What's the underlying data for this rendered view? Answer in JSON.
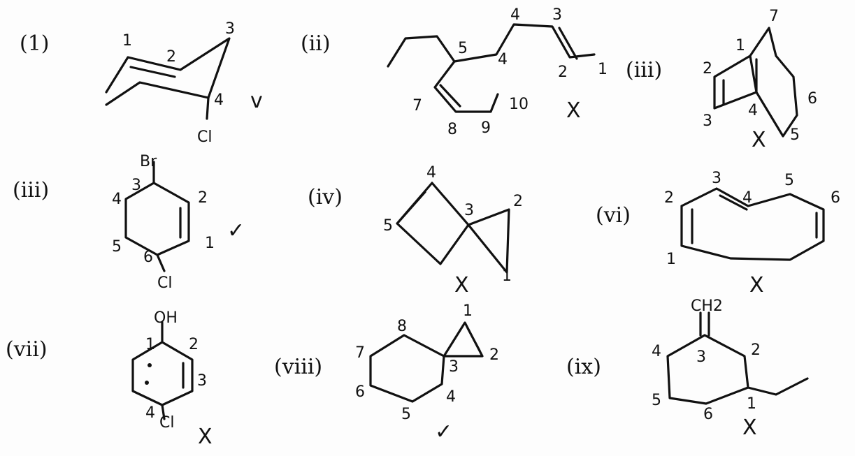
{
  "panels": [
    {
      "label": "(1)",
      "numbers": [
        "1",
        "2",
        "3",
        "4"
      ],
      "substituent": "Cl",
      "mark": "v"
    },
    {
      "label": "(ii)",
      "numbers": [
        "1",
        "2",
        "3",
        "4",
        "5",
        "4",
        "7",
        "8",
        "9",
        "10"
      ],
      "mark": "X"
    },
    {
      "label": "(iii)",
      "numbers": [
        "1",
        "2",
        "3",
        "4",
        "5",
        "6",
        "7"
      ],
      "mark": "X"
    },
    {
      "label": "(iii)",
      "numbers": [
        "1",
        "2",
        "3",
        "4",
        "5",
        "6"
      ],
      "substituents": [
        "Br",
        "Cl"
      ],
      "mark": "✓"
    },
    {
      "label": "(iv)",
      "numbers": [
        "1",
        "2",
        "3",
        "4",
        "5"
      ],
      "mark": "X"
    },
    {
      "label": "(vi)",
      "numbers": [
        "1",
        "2",
        "3",
        "4",
        "5",
        "6"
      ],
      "mark": "X"
    },
    {
      "label": "(vii)",
      "numbers": [
        "1",
        "2",
        "3",
        "4"
      ],
      "substituents": [
        "OH",
        "Cl"
      ],
      "mark": "X"
    },
    {
      "label": "(viii)",
      "numbers": [
        "1",
        "2",
        "3",
        "4",
        "5",
        "6",
        "7",
        "8"
      ],
      "mark": "✓"
    },
    {
      "label": "(ix)",
      "numbers": [
        "1",
        "2",
        "3",
        "4",
        "5",
        "6"
      ],
      "substituent": "CH2",
      "mark": "X"
    }
  ],
  "colors": {
    "ink": "#111111",
    "paper": "#fdfdfd"
  }
}
